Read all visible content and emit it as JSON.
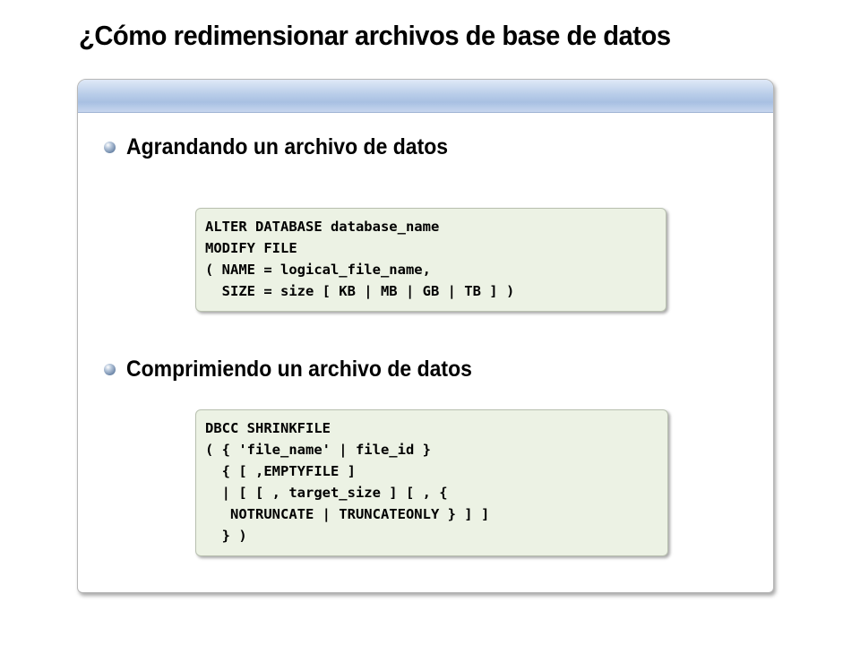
{
  "title": "¿Cómo redimensionar archivos de base de datos",
  "sections": [
    {
      "heading": "Agrandando un archivo de datos",
      "code": [
        "ALTER DATABASE database_name",
        "MODIFY FILE",
        "( NAME = logical_file_name,",
        "  SIZE = size [ KB | MB | GB | TB ] )"
      ]
    },
    {
      "heading": "Comprimiendo un archivo de datos",
      "code": [
        "DBCC SHRINKFILE",
        "( { 'file_name' | file_id }",
        "  { [ ,EMPTYFILE ]",
        "  | [ [ , target_size ] [ , {",
        "   NOTRUNCATE | TRUNCATEONLY } ] ]",
        "  } )"
      ]
    }
  ],
  "colors": {
    "header_band": "#b9cde9",
    "code_background": "#ecf2e4",
    "bullet": "#6a84a6"
  },
  "icons": {
    "bullet": "sphere-bullet-icon"
  }
}
